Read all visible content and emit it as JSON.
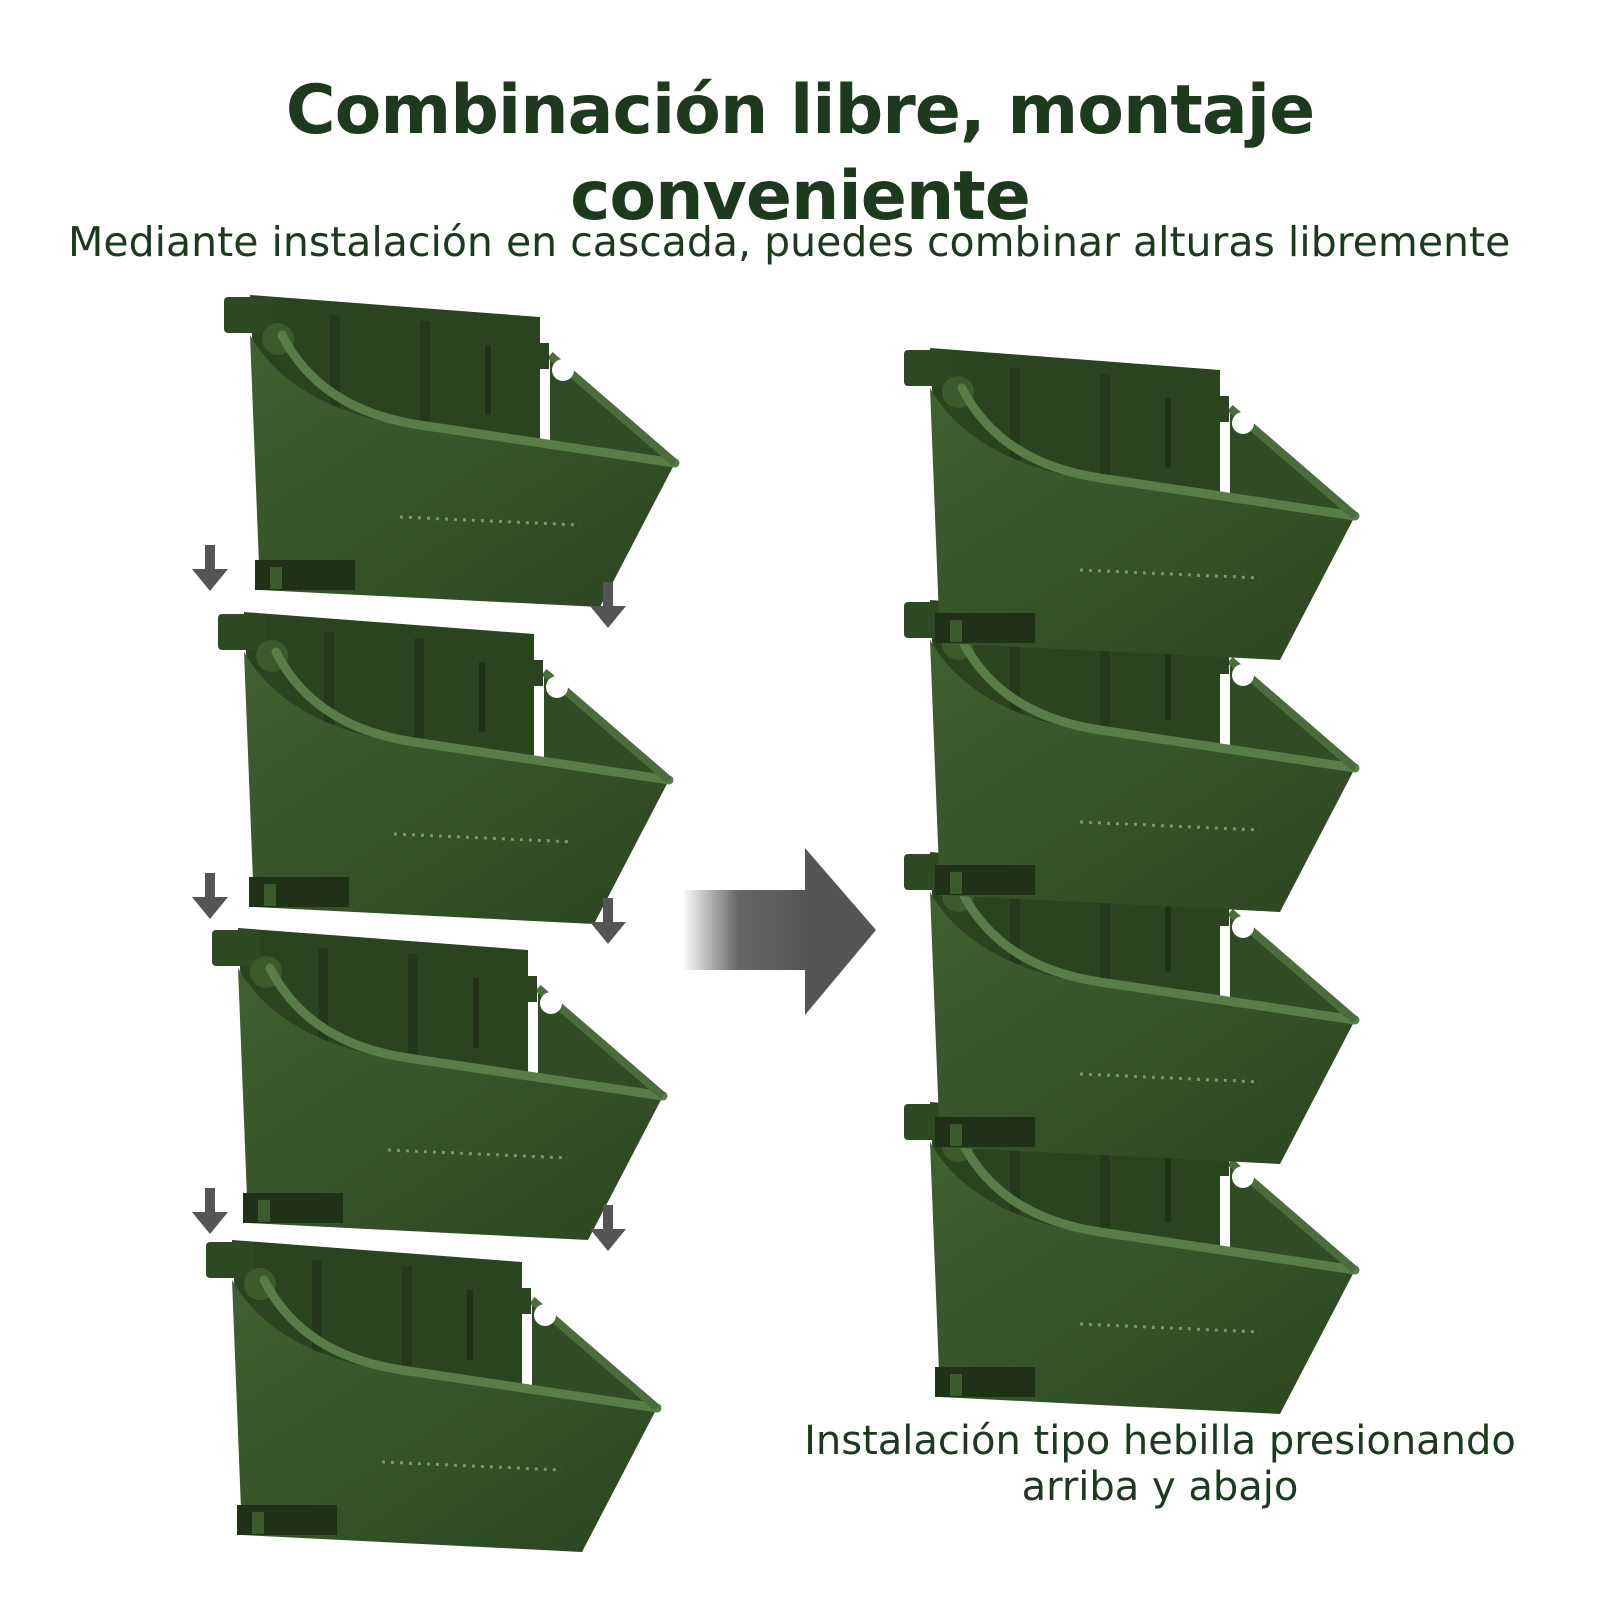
{
  "headline": {
    "line1": "Combinación libre, montaje",
    "line2": "conveniente"
  },
  "subtitle": "Mediante instalación en cascada, puedes combinar alturas libremente",
  "caption": {
    "line1": "Instalación tipo hebilla presionando",
    "line2": "arriba y abajo"
  },
  "colors": {
    "text": "#1d3a1f",
    "pot_body": "#3a5a2c",
    "pot_dark": "#2b4420",
    "pot_rim": "#4f7240",
    "arrow": "#555555"
  },
  "left_stack": {
    "pot_count": 4,
    "state": "separated"
  },
  "right_stack": {
    "pot_count": 4,
    "state": "assembled"
  }
}
